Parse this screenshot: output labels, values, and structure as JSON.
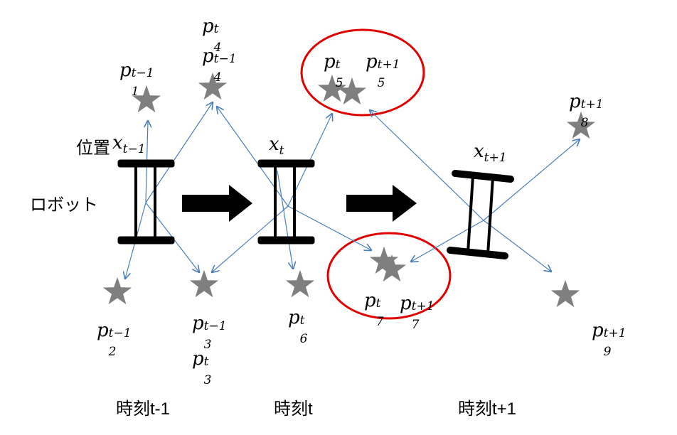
{
  "robot_label": "ロボット",
  "position_label": "位置",
  "time_labels": [
    "時刻t-1",
    "時刻t",
    "時刻t+1"
  ],
  "states": [
    {
      "base": "x",
      "sub": "t−1"
    },
    {
      "base": "x",
      "sub": "t"
    },
    {
      "base": "x",
      "sub": "t+1"
    }
  ],
  "landmarks": [
    {
      "id": "p1",
      "base": "p",
      "sub": "1",
      "sup": "t−1"
    },
    {
      "id": "p4t",
      "base": "p",
      "sub": "4",
      "sup": "t"
    },
    {
      "id": "p4",
      "base": "p",
      "sub": "4",
      "sup": "t−1"
    },
    {
      "id": "p5",
      "base": "p",
      "sub": "5",
      "sup": "t"
    },
    {
      "id": "p5n",
      "base": "p",
      "sub": "5",
      "sup": "t+1"
    },
    {
      "id": "p8",
      "base": "p",
      "sub": "8",
      "sup": "t+1"
    },
    {
      "id": "p2",
      "base": "p",
      "sub": "2",
      "sup": "t−1"
    },
    {
      "id": "p3",
      "base": "p",
      "sub": "3",
      "sup": "t−1"
    },
    {
      "id": "p3t",
      "base": "p",
      "sub": "3",
      "sup": "t"
    },
    {
      "id": "p6",
      "base": "p",
      "sub": "6",
      "sup": "t"
    },
    {
      "id": "p7",
      "base": "p",
      "sub": "7",
      "sup": "t"
    },
    {
      "id": "p7n",
      "base": "p",
      "sub": "7",
      "sup": "t+1"
    },
    {
      "id": "p9",
      "base": "p",
      "sub": "9",
      "sup": "t+1"
    }
  ],
  "colors": {
    "star": "#7f7f7f",
    "arrow_line": "#4a7ebb",
    "circle": "#e00000",
    "robot": "#000000"
  }
}
